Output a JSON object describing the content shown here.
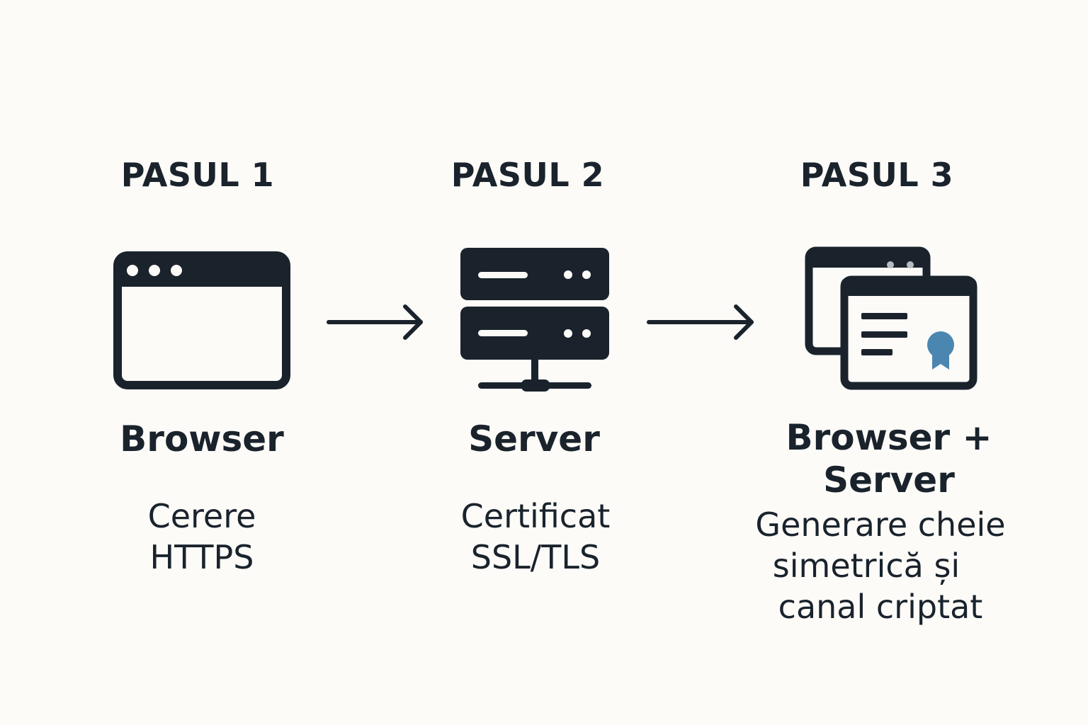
{
  "steps": [
    {
      "title": "PASUL 1",
      "icon": "browser-window-icon",
      "label": "Browser",
      "description_lines": [
        "Cerere",
        "HTTPS"
      ]
    },
    {
      "title": "PASUL 2",
      "icon": "server-icon",
      "label": "Server",
      "description_lines": [
        "Certificat",
        "SSL/TLS"
      ]
    },
    {
      "title": "PASUL 3",
      "icon": "browser-certificate-icon",
      "label_lines": [
        "Browser +",
        "Server"
      ],
      "description_lines": [
        "Generare cheie",
        "simetrică și",
        "canal criptat"
      ]
    }
  ],
  "arrows": [
    "arrow-right-icon",
    "arrow-right-icon"
  ],
  "colors": {
    "background": "#fcfbf8",
    "ink": "#1a232c",
    "badge": "#4a86b0"
  }
}
